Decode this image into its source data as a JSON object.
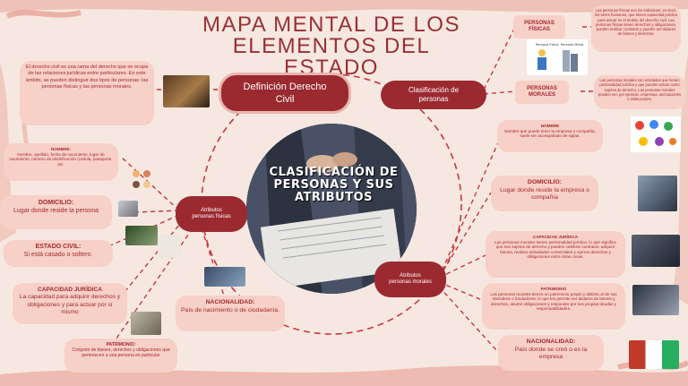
{
  "title": "MAPA MENTAL DE LOS ELEMENTOS DEL ESTADO",
  "center_title": "CLASIFICACIÓN DE PERSONAS Y SUS ATRIBUTOS",
  "definicion": {
    "label": "Definición Derecho Civil",
    "text": "El derecho civil es una rama del derecho que se ocupa de las relaciones jurídicas entre particulares. En este ámbito, se pueden distinguir dos tipos de personas: las personas físicas y las personas morales."
  },
  "clasificacion": {
    "label": "Clasificación de personas",
    "fisicas": {
      "label": "PERSONAS FÍSICAS",
      "text": "Las personas físicas son los individuos, es decir, los seres humanos, que tienen capacidad jurídica para actuar en el ámbito del derecho civil. Las personas físicas tienen derechos y obligaciones, pueden realizar contratos y pueden ser titulares de bienes y derechos.",
      "img_labels": [
        "Persona Física",
        "Persona Moral"
      ]
    },
    "morales": {
      "label": "PERSONAS MORALES",
      "text": "Las personas morales son entidades que tienen personalidad jurídica y que pueden actuar como sujetos de derecho. Las personas morales pueden ser, por ejemplo, empresas, asociaciones o instituciones."
    }
  },
  "fisicas_attr": {
    "label": "Atributos personas físicas",
    "nombre": {
      "head": "NOMBRE:",
      "text": "Nombre, apellido, fecha de nacimiento, lugar de nacimiento, número de identificación (cédula, pasaporte, etc."
    },
    "domicilio": {
      "head": "DOMICILIO:",
      "text": "Lugar donde reside la persona"
    },
    "estado_civil": {
      "head": "ESTADO CIVIL:",
      "text": "Si está casado o soltero."
    },
    "capacidad": {
      "head": "CAPACIDAD JURÍDICA",
      "text": "La capacidad para adquirir derechos y obligaciones y para actuar por sí mismo"
    },
    "nacionalidad": {
      "head": "NACIONALIDAD:",
      "text": "País de nacimiento o de ciudadanía."
    },
    "patrimonio": {
      "head": "PATRIMONIO:",
      "text": "Conjunto de bienes, derechos y obligaciones que pertenecen a una persona en particular"
    }
  },
  "morales_attr": {
    "label": "Atributos personas morales",
    "nombre": {
      "head": "NOMBRE",
      "text": "Nombre que puede tener la empresa o compañía, suele ser acompañado de siglas."
    },
    "domicilio": {
      "head": "DOMICILIO:",
      "text": "Lugar donde reside la empresa o compañía"
    },
    "capacidad": {
      "head": "CAPACIDAD JURÍDICA",
      "text": "Las personas morales tienen personalidad jurídica, lo que significa que son sujetos de derecho y pueden celebrar contratos, adquirir bienes, realizar actividades comerciales y ejercer derechos y obligaciones entre otras cosas."
    },
    "patrimonio": {
      "head": "PATRIMONIO",
      "text": "Las personas morales tienen un patrimonio propio y distinto al de sus miembros o fundadores, lo que les permite ser titulares de bienes y derechos, asumir obligaciones y responder por sus propias deudas y responsabilidades."
    },
    "nacionalidad": {
      "head": "NACIONALIDAD:",
      "text": "País donde se creó o es la empresa"
    }
  },
  "colors": {
    "accent": "#9b2a30",
    "box": "#f7d0c7",
    "background": "#f6e8e1",
    "line": "#c9363b"
  }
}
